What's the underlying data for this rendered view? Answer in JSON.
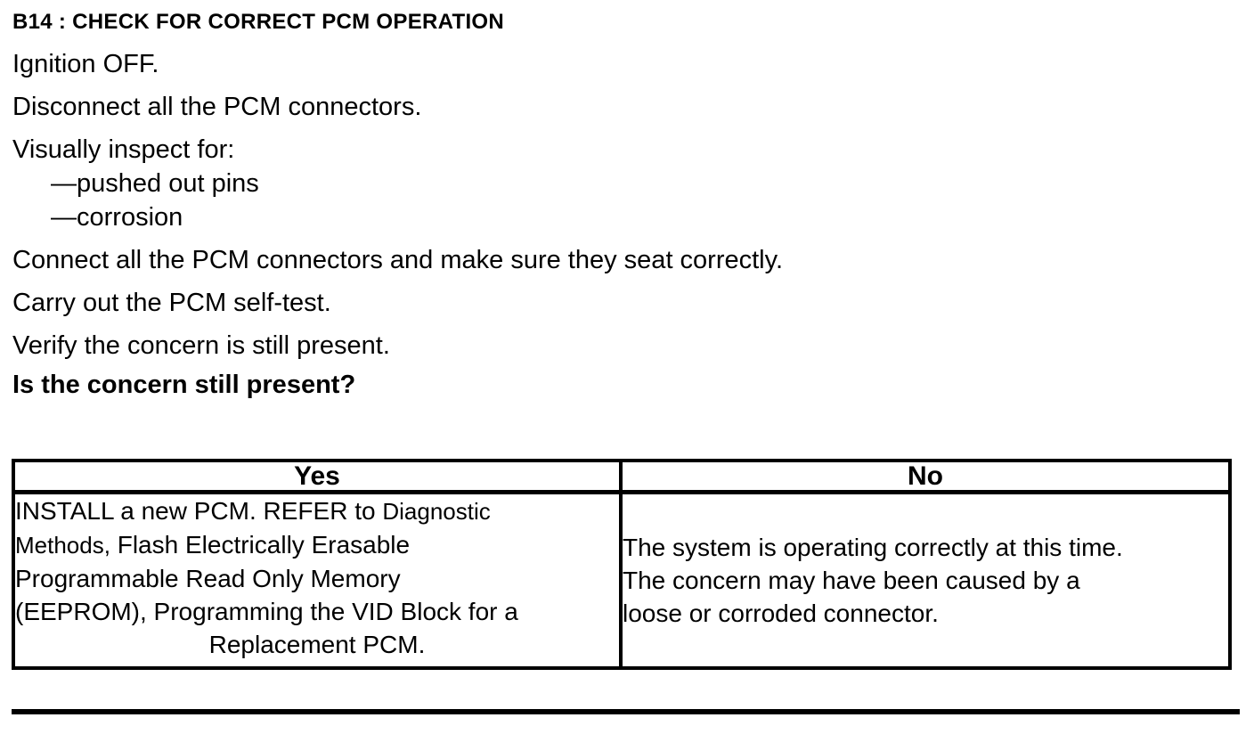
{
  "colors": {
    "text": "#000000",
    "background": "#ffffff",
    "table_border": "#000000"
  },
  "procedure": {
    "title": "B14 : CHECK FOR CORRECT PCM OPERATION",
    "steps": [
      "Ignition OFF.",
      "Disconnect all the PCM connectors.",
      "Visually inspect for:",
      "Connect all the PCM connectors and make sure they seat correctly.",
      "Carry out the PCM self-test.",
      "Verify the concern is still present."
    ],
    "inspect_items": [
      "—pushed out pins",
      "—corrosion"
    ],
    "question": "Is the concern still present?"
  },
  "decision_table": {
    "headers": [
      "Yes",
      "No"
    ],
    "yes": {
      "line1_a": "INSTALL a new PCM. REFER to ",
      "line1_b": "Diagnostic",
      "line2_a": "Methods,",
      "line2_b": " Flash Electrically Erasable",
      "line3": "Programmable Read Only Memory",
      "line4": "(EEPROM), Programming the VID Block for a",
      "line5": "Replacement PCM."
    },
    "no": {
      "line1": "The system is operating correctly at this time.",
      "line2": "The concern may have been caused by a",
      "line3": "loose or corroded connector."
    }
  }
}
